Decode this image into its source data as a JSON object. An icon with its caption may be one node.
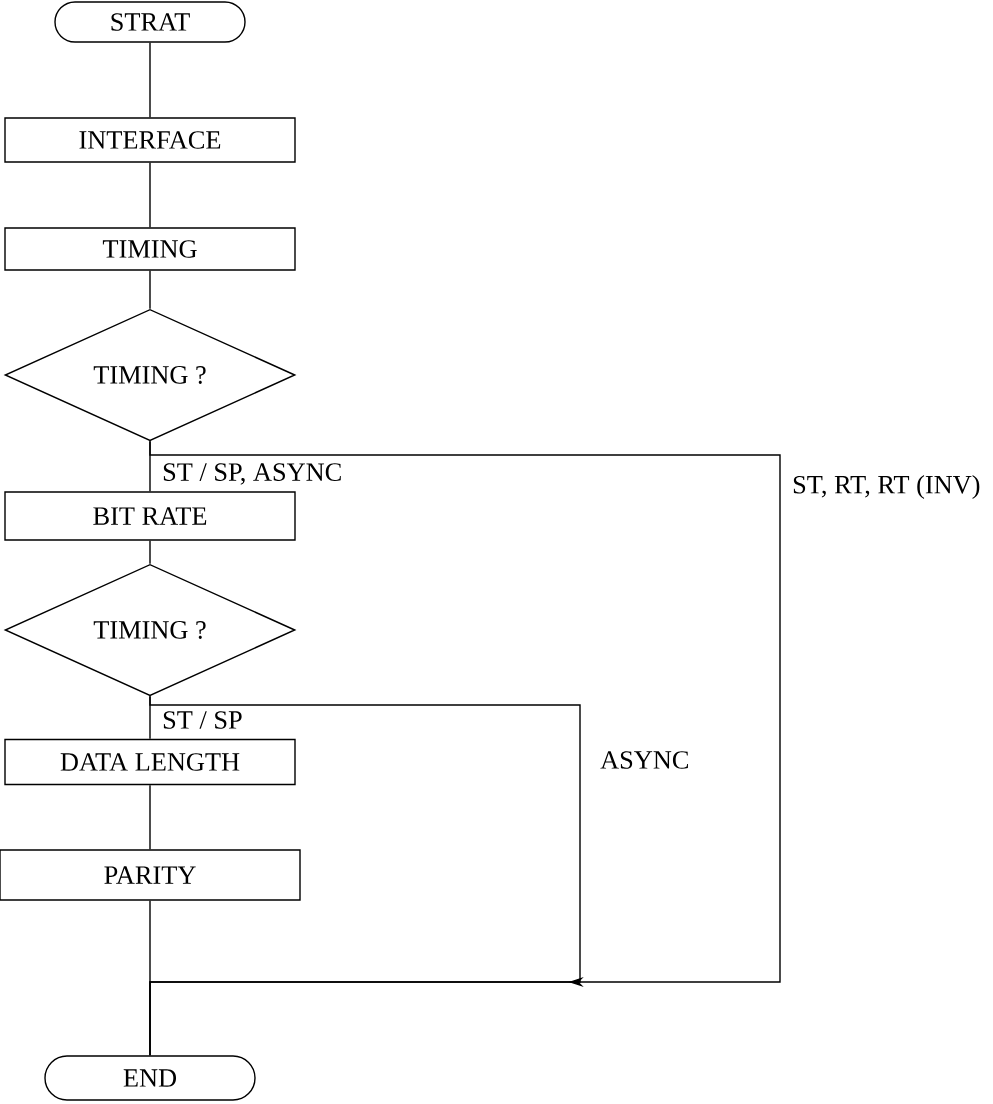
{
  "diagram": {
    "nodes": [
      {
        "text": [
          "STRAT"
        ]
      },
      {
        "text": [
          "INTERFACE"
        ]
      },
      {
        "text": [
          "TIMING"
        ]
      },
      {
        "text": [
          "TIMING ?"
        ]
      },
      {
        "text": [
          "BIT RATE"
        ]
      },
      {
        "text": [
          "TIMING ?"
        ]
      },
      {
        "text": [
          "DATA LENGTH"
        ]
      },
      {
        "text": [
          "PARITY"
        ]
      },
      {
        "text": [
          "END"
        ]
      }
    ],
    "edges": [
      {
        "from": 0,
        "to": 1,
        "arrow": "none"
      },
      {
        "from": 1,
        "to": 2,
        "arrow": "none"
      },
      {
        "from": 2,
        "to": 3,
        "arrow": "none"
      },
      {
        "from": 3,
        "to": 4,
        "arrow": "none",
        "label": "ST / SP, ASYNC"
      },
      {
        "from": 3,
        "to": 8,
        "arrow": "none",
        "label": "ST, RT, RT (INV)"
      },
      {
        "from": 4,
        "to": 5,
        "arrow": "none"
      },
      {
        "from": 5,
        "to": 6,
        "arrow": "none",
        "label": "ST / SP"
      },
      {
        "from": 5,
        "to": 8,
        "arrow": "to",
        "label": "ASYNC"
      },
      {
        "from": 6,
        "to": 7,
        "arrow": "none"
      },
      {
        "from": 7,
        "to": 8,
        "arrow": "none"
      }
    ]
  }
}
